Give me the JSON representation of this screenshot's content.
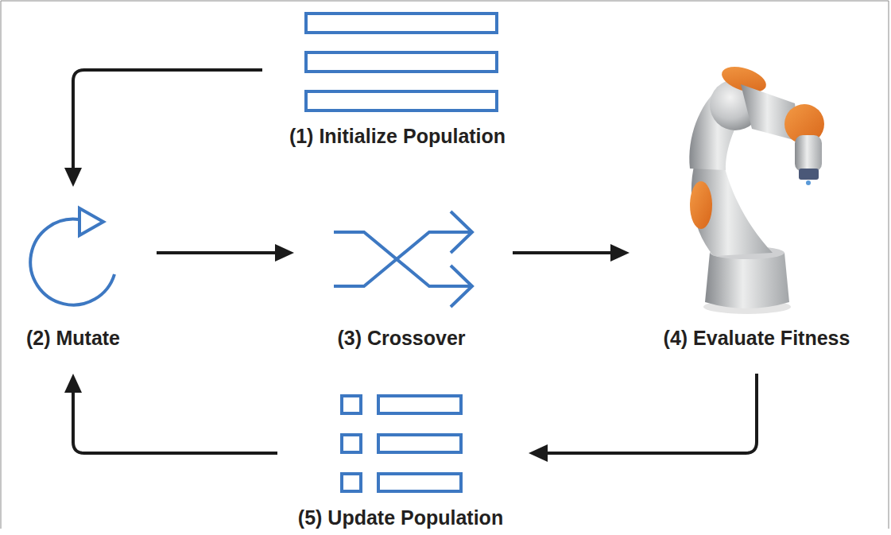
{
  "diagram": {
    "nodes": [
      {
        "text": [
          "(1) Initialize Population"
        ]
      },
      {
        "text": [
          "(2) Mutate"
        ]
      },
      {
        "text": [
          "(3) Crossover"
        ]
      },
      {
        "text": [
          "(4) Evaluate Fitness"
        ]
      },
      {
        "text": [
          "(5) Update Population"
        ]
      }
    ],
    "edges": [
      {
        "from": 0,
        "to": 1,
        "arrow": "to"
      },
      {
        "from": 1,
        "to": 2,
        "arrow": "to"
      },
      {
        "from": 2,
        "to": 3,
        "arrow": "to"
      },
      {
        "from": 3,
        "to": 4,
        "arrow": "to"
      },
      {
        "from": 4,
        "to": 1,
        "arrow": "to"
      }
    ]
  }
}
